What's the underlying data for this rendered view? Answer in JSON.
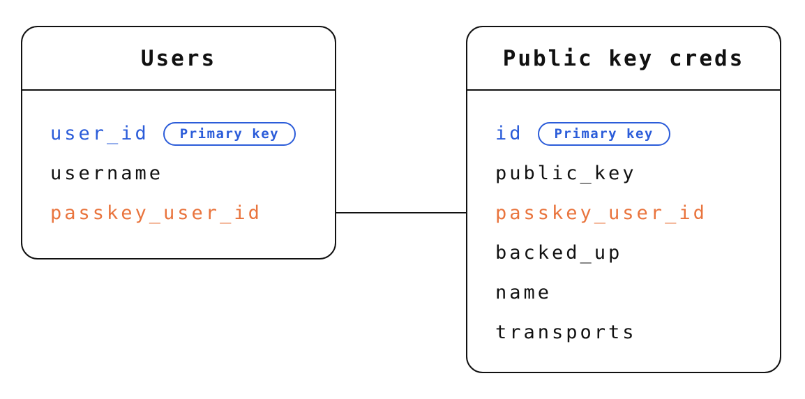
{
  "colors": {
    "background": "#ffffff",
    "ink": "#111111",
    "blue": "#2b5cd9",
    "orange": "#e9743d"
  },
  "tables": [
    {
      "title": "Users",
      "fields": [
        {
          "name": "user_id",
          "color": "blue",
          "badge": "Primary key"
        },
        {
          "name": "username",
          "color": "ink"
        },
        {
          "name": "passkey_user_id",
          "color": "orange"
        }
      ]
    },
    {
      "title": "Public key creds",
      "fields": [
        {
          "name": "id",
          "color": "blue",
          "badge": "Primary key"
        },
        {
          "name": "public_key",
          "color": "ink"
        },
        {
          "name": "passkey_user_id",
          "color": "orange"
        },
        {
          "name": "backed_up",
          "color": "ink"
        },
        {
          "name": "name",
          "color": "ink"
        },
        {
          "name": "transports",
          "color": "ink"
        }
      ]
    }
  ],
  "relationship": {
    "from": "Users.passkey_user_id",
    "to": "Public key creds.passkey_user_id"
  }
}
